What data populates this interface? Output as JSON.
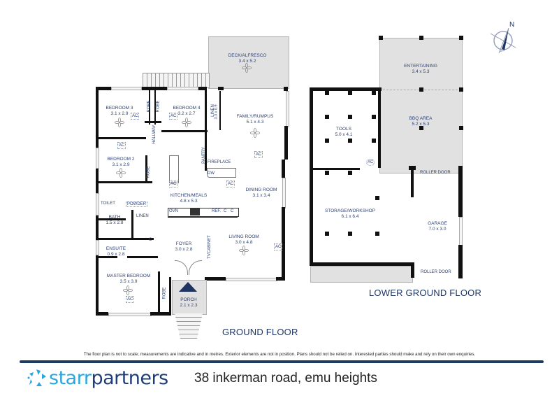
{
  "ground_floor": {
    "title": "GROUND FLOOR",
    "rooms": {
      "deck": {
        "name": "DECK/ALFRESCO",
        "dim": "3.4 x 5.2"
      },
      "bedroom3": {
        "name": "BEDROOM 3",
        "dim": "3.1 x 2.9"
      },
      "bedroom4": {
        "name": "BEDROOM 4",
        "dim": "3.2 x 2.7"
      },
      "family": {
        "name": "FAMILY/RUMPUS",
        "dim": "5.1 x 4.3"
      },
      "bedroom2": {
        "name": "BEDROOM 2",
        "dim": "3.1 x 2.9"
      },
      "kitchen": {
        "name": "KITCHEN/MEALS",
        "dim": "4.8 x 5.3"
      },
      "dining": {
        "name": "DINING ROOM",
        "dim": "3.1 x 3.4"
      },
      "bath": {
        "name": "BATH",
        "dim": "1.5 x 2.8"
      },
      "ensuite": {
        "name": "ENSUITE",
        "dim": "0.9 x 2.8"
      },
      "foyer": {
        "name": "FOYER",
        "dim": "3.0 x 2.8"
      },
      "living": {
        "name": "LIVING ROOM",
        "dim": "3.0 x 4.8"
      },
      "master": {
        "name": "MASTER BEDROOM",
        "dim": "3.5 x 3.9"
      },
      "porch": {
        "name": "PORCH",
        "dim": "2.1 x 2.3"
      }
    },
    "labels": {
      "robe": "ROBE",
      "hallway": "HALLWAY",
      "linen_vertical": "LINEN",
      "linen_dim": "3.3 x 0.9",
      "pantry": "PANTRY",
      "fireplace": "FIREPLACE",
      "dw": "DW",
      "toilet": "TOILET",
      "powder": "POWDER",
      "linen": "LINEN",
      "ovn": "OVN",
      "ref": "REF.",
      "c": "C",
      "tv_cabinet": "TVCABINET",
      "ac": "AC"
    }
  },
  "lower_ground_floor": {
    "title": "LOWER GROUND FLOOR",
    "rooms": {
      "entertaining": {
        "name": "ENTERTAINING",
        "dim": "3.4 x 5.3"
      },
      "bbq": {
        "name": "BBQ AREA",
        "dim": "5.2 x 5.3"
      },
      "tools": {
        "name": "TOOLS",
        "dim": "5.0 x 4.1"
      },
      "storage": {
        "name": "STORAGE/WORKSHOP",
        "dim": "6.1 x 6.4"
      },
      "garage": {
        "name": "GARAGE",
        "dim": "7.0 x 3.0"
      }
    },
    "labels": {
      "roller_door": "ROLLER DOOR",
      "ac": "AC"
    }
  },
  "compass": {
    "label": "N"
  },
  "footer": {
    "disclaimer": "The floor plan is not to scale; measurements are indicative and in metres. Exterior elements are not in position. Plans should not be relied on. Interested parties should make and rely on their own enquiries.",
    "brand_part1": "starr",
    "brand_part2": "partners",
    "address": "38 inkerman road, emu heights"
  },
  "colors": {
    "label_navy": "#2f4373",
    "title_navy": "#1e3461",
    "brand_blue": "#1f3e78",
    "brand_accent": "#2aa6dd",
    "outdoor_grey": "#e1e1e1"
  }
}
